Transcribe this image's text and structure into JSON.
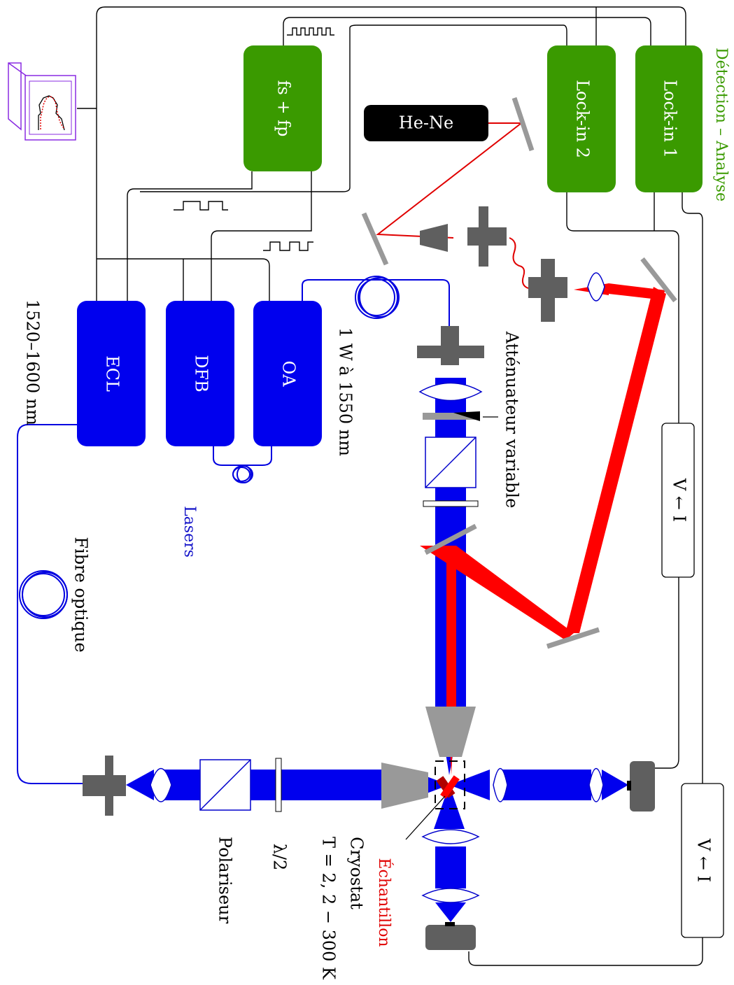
{
  "lasers": {
    "group_label": "Lasers",
    "ecl_label": "ECL",
    "dfb_label": "DFB",
    "oa_label": "OA",
    "ecl_range": "1520–1600 nm",
    "power_label": "1 W à 1550 nm",
    "fiber_label": "Fibre optique"
  },
  "detection": {
    "group_label": "Détection – Analyse",
    "lockin1_label": "Lock-in 1",
    "lockin2_label": "Lock-in 2",
    "freq_label": "fs + fp",
    "hene_label": "He-Ne",
    "converter1_label": "V ← I",
    "converter2_label": "V ← I"
  },
  "optics": {
    "attenuator_label": "Atténuateur variable",
    "waveplate_label": "λ/2",
    "polarizer_label": "Polariseur"
  },
  "sample": {
    "title": "Échantillon",
    "cryostat_label": "Cryostat",
    "temperature_label": "T = 2, 2 − 300 K"
  },
  "colors": {
    "laser_blue": "#0000ee",
    "detection_green": "#3a9a00",
    "probe_red": "#ff0000",
    "hene_black": "#000000"
  }
}
